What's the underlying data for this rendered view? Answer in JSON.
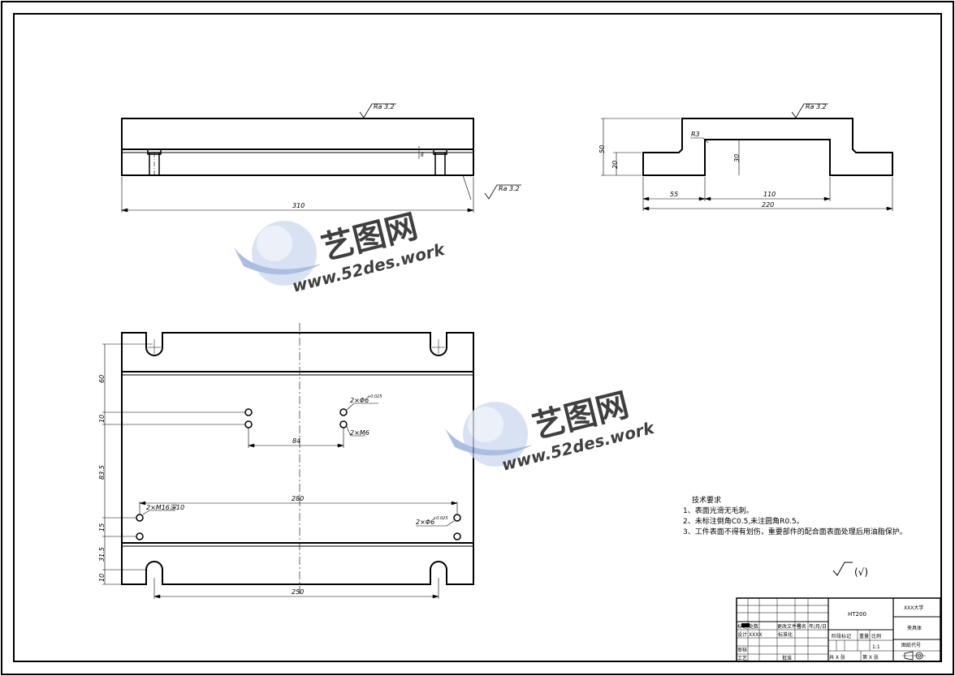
{
  "front_view": {
    "dim_length": "310",
    "dim_groove": "6",
    "roughness_top": "Ra 3.2",
    "roughness_side": "Ra 3.2"
  },
  "side_view": {
    "roughness": "Ra 3.2",
    "dim_height": "50",
    "dim_step": "20",
    "dim_inner": "30",
    "dim_radius": "R3",
    "dim_left": "55",
    "dim_mid": "110",
    "dim_total": "220"
  },
  "top_view": {
    "dim_60": "60",
    "dim_10a": "10",
    "dim_835": "83.5",
    "dim_15": "15",
    "dim_315": "31.5",
    "dim_10b": "10",
    "dim_84": "84",
    "dim_280": "280",
    "dim_250": "250",
    "hole_pin_upper": "2×Φ6",
    "hole_pin_upper_tol": "+0.025",
    "hole_m6": "2×M6",
    "hole_m16": "2×M16深10",
    "hole_pin_lower": "2×Φ6",
    "hole_pin_lower_tol": "+0.025"
  },
  "tech_requirements": {
    "title": "技术要求",
    "items": [
      "1、表面光滑无毛刺。",
      "2、未标注倒角C0.5,未注圆角R0.5。",
      "3、工件表面不得有划伤，重要部件的配合面表面处理后用油脂保护。"
    ]
  },
  "surface_symbol": "(√)",
  "title_block": {
    "material": "HT200",
    "school": "XXX大学",
    "part_name": "夹具体",
    "drawing_no": "图纸代号",
    "scale_label": "比例",
    "scale": "1:1",
    "weight_label": "重量",
    "stage_label": "阶段标记",
    "design_label": "设计",
    "designer": "XXXX",
    "standard_label": "标准化",
    "mark_label": "标记",
    "count_label": "处数",
    "zone_label": "更改文件号",
    "sign_label": "签名",
    "date_label": "年/月/日",
    "review_label": "审核",
    "process_label": "工艺",
    "approve_label": "批准",
    "sheets_total": "共 X 张",
    "sheet_no": "第 X 张"
  },
  "watermark": {
    "brand": "艺图网",
    "url": "52des.work",
    "url_prefix": "www."
  }
}
